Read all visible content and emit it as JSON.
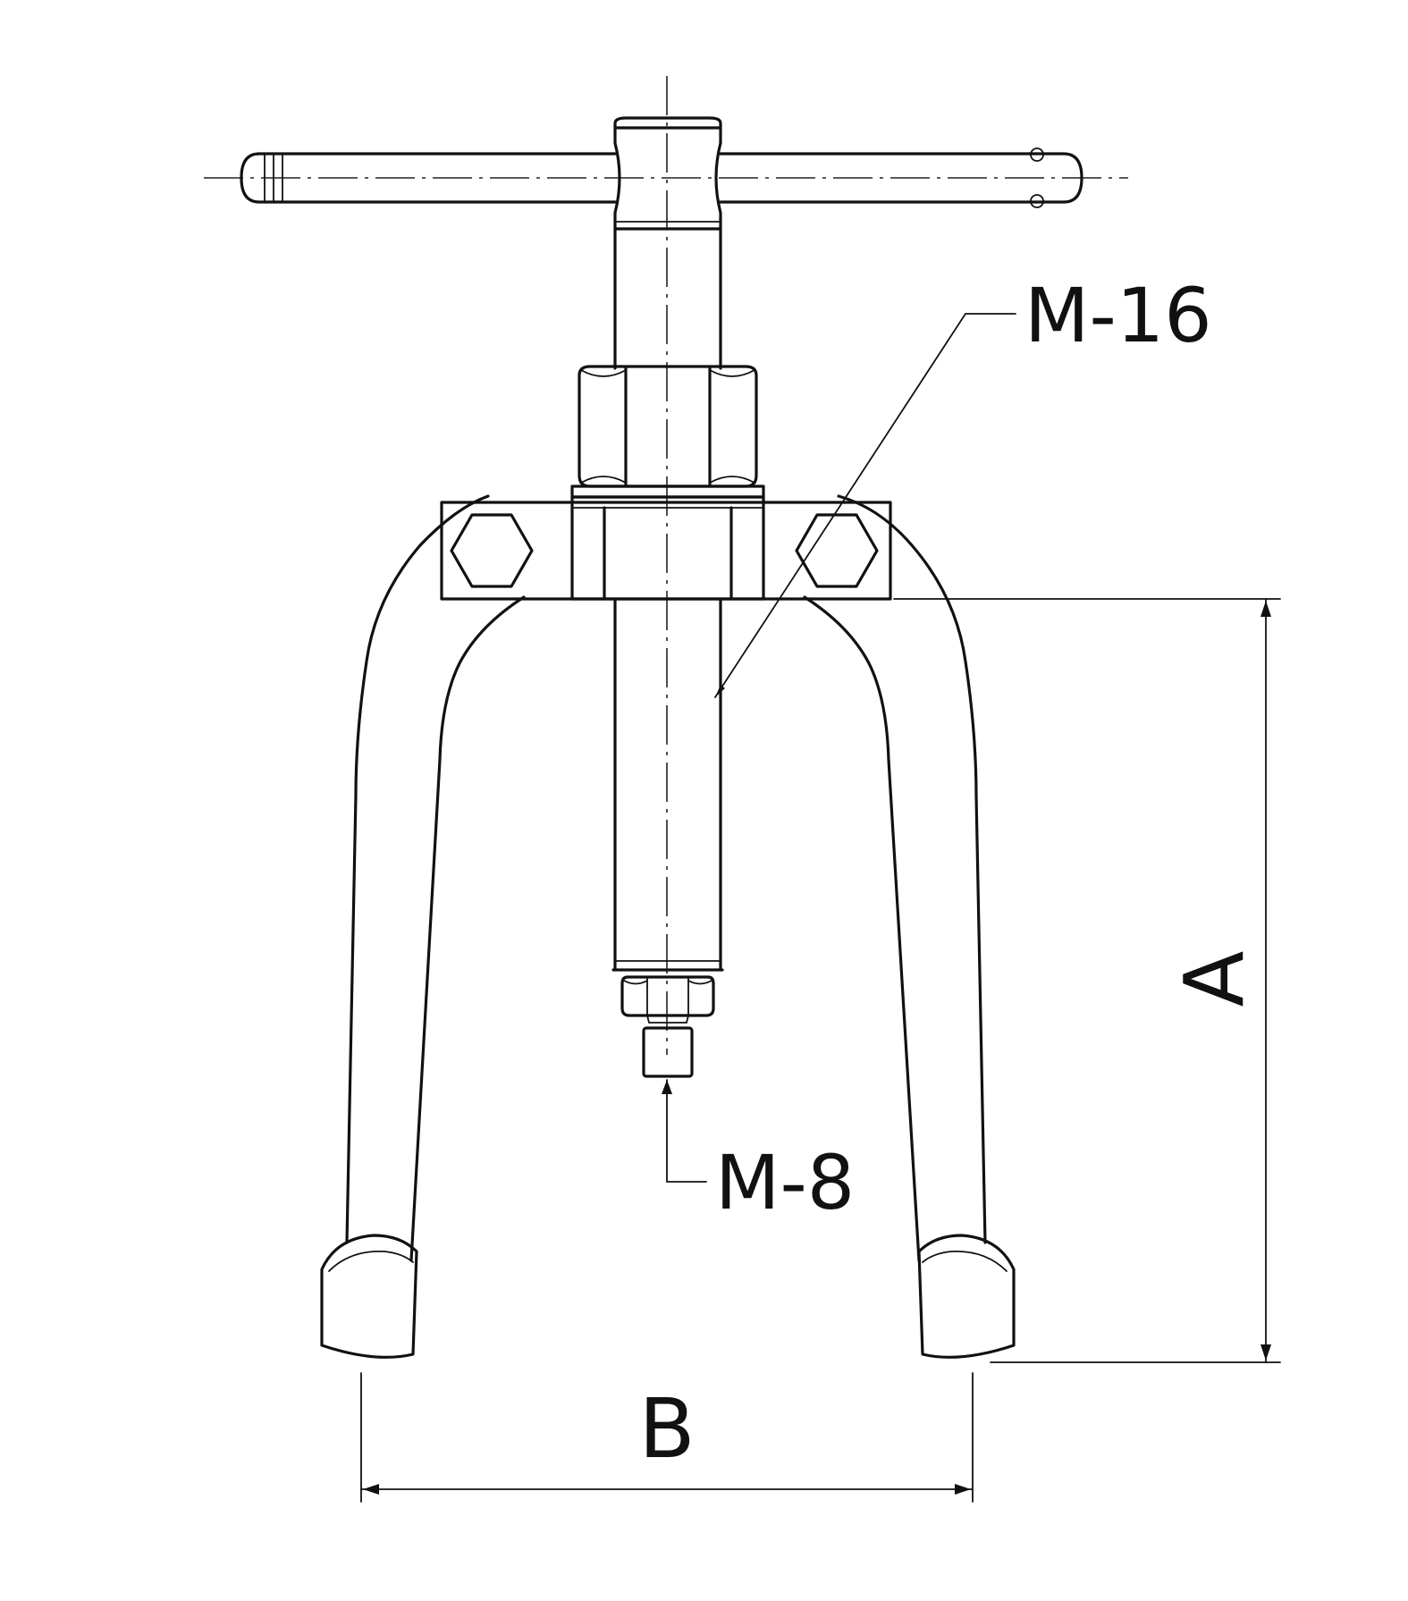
{
  "labels": {
    "main_screw_thread": "M-16",
    "tip_thread": "M-8",
    "dimension_height": "A",
    "dimension_width": "B"
  },
  "colors": {
    "line": "#111111",
    "background": "#ffffff"
  }
}
